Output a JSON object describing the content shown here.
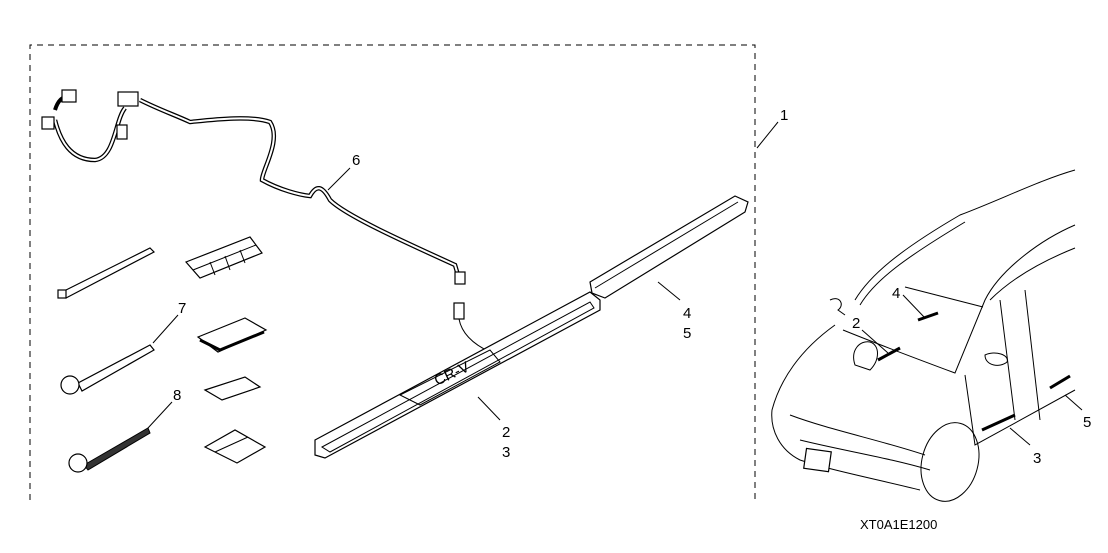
{
  "diagram": {
    "callouts": {
      "kit": "1",
      "front_sill_plate_a": "2",
      "front_sill_plate_b": "3",
      "rear_sill_plate_a": "4",
      "rear_sill_plate_b": "5",
      "wire_harness": "6",
      "clip_tie_7": "7",
      "clip_tie_8": "8",
      "car_front_sill": "2",
      "car_front_sill_side": "3",
      "car_rear_sill": "4",
      "car_rear_sill_side": "5"
    },
    "diagram_code": "XT0A1E1200"
  }
}
